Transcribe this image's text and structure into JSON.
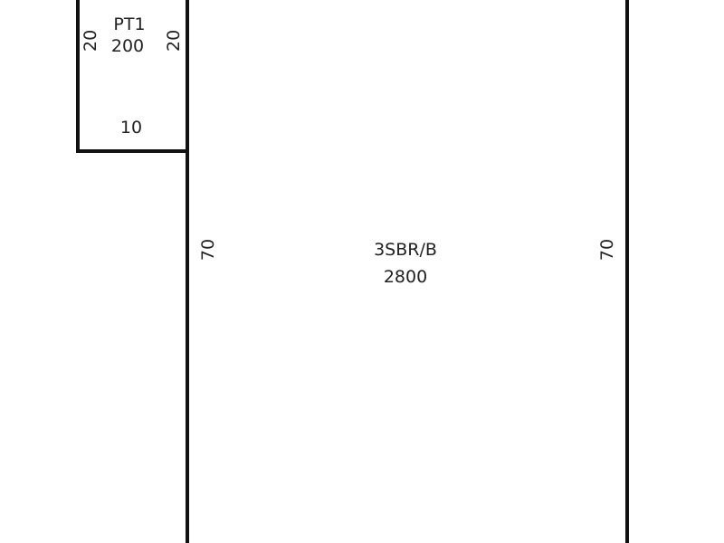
{
  "diagram": {
    "line_color": "#111111",
    "text_color": "#222222",
    "background": "#ffffff",
    "small_room": {
      "name": "PT1",
      "area": "200",
      "left_dim": "20",
      "right_dim": "20",
      "bottom_dim": "10"
    },
    "main_room": {
      "name": "3SBR/B",
      "area": "2800",
      "left_dim": "70",
      "right_dim": "70"
    }
  }
}
